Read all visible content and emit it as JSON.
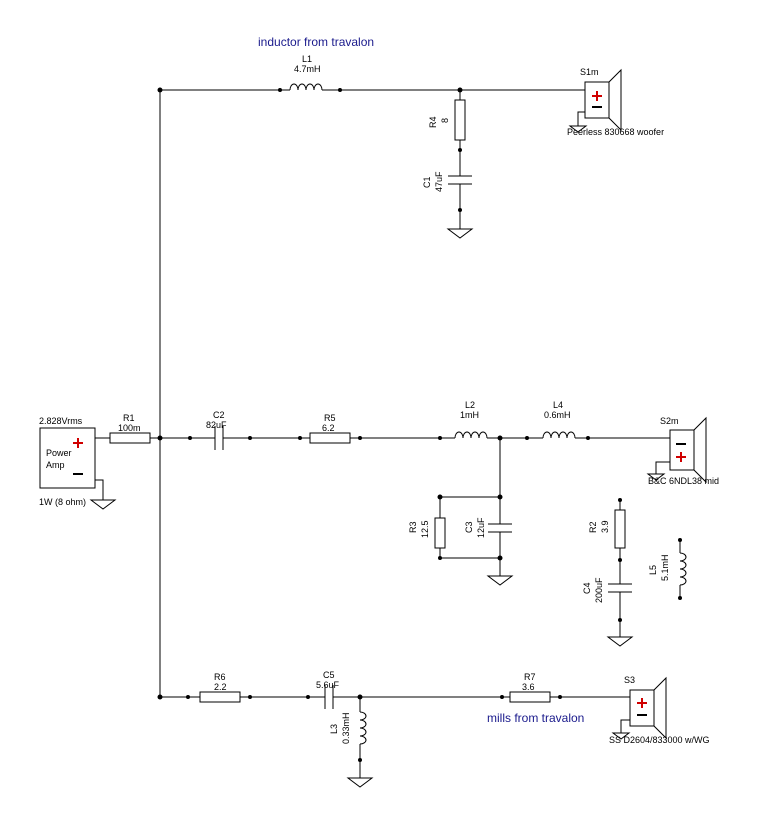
{
  "notes": {
    "inductor": "inductor from travalon",
    "mills": "mills from travalon"
  },
  "source": {
    "voltage": "2.828Vrms",
    "label_line1": "Power",
    "label_line2": "Amp",
    "power": "1W (8 ohm)"
  },
  "components": {
    "R1": {
      "ref": "R1",
      "value": "100m"
    },
    "L1": {
      "ref": "L1",
      "value": "4.7mH"
    },
    "R4": {
      "ref": "R4",
      "value": "8"
    },
    "C1": {
      "ref": "C1",
      "value": "47uF"
    },
    "C2": {
      "ref": "C2",
      "value": "82uF"
    },
    "R5": {
      "ref": "R5",
      "value": "6.2"
    },
    "L2": {
      "ref": "L2",
      "value": "1mH"
    },
    "L4": {
      "ref": "L4",
      "value": "0.6mH"
    },
    "R3": {
      "ref": "R3",
      "value": "12.5"
    },
    "C3": {
      "ref": "C3",
      "value": "12uF"
    },
    "R2": {
      "ref": "R2",
      "value": "3.9"
    },
    "C4": {
      "ref": "C4",
      "value": "200uF"
    },
    "L5": {
      "ref": "L5",
      "value": "5.1mH"
    },
    "R6": {
      "ref": "R6",
      "value": "2.2"
    },
    "C5": {
      "ref": "C5",
      "value": "5.6uF"
    },
    "L3": {
      "ref": "L3",
      "value": "0.33mH"
    },
    "R7": {
      "ref": "R7",
      "value": "3.6"
    }
  },
  "speakers": {
    "S1m": {
      "ref": "S1m",
      "model": "Peerless 830668 woofer"
    },
    "S2m": {
      "ref": "S2m",
      "model": "B&C 6NDL38 mid"
    },
    "S3": {
      "ref": "S3",
      "model": "SS D2604/833000  w/WG"
    }
  },
  "colors": {
    "wire": "#000000",
    "polarity_plus": "#d00000",
    "note_text": "#1a1a8c"
  }
}
